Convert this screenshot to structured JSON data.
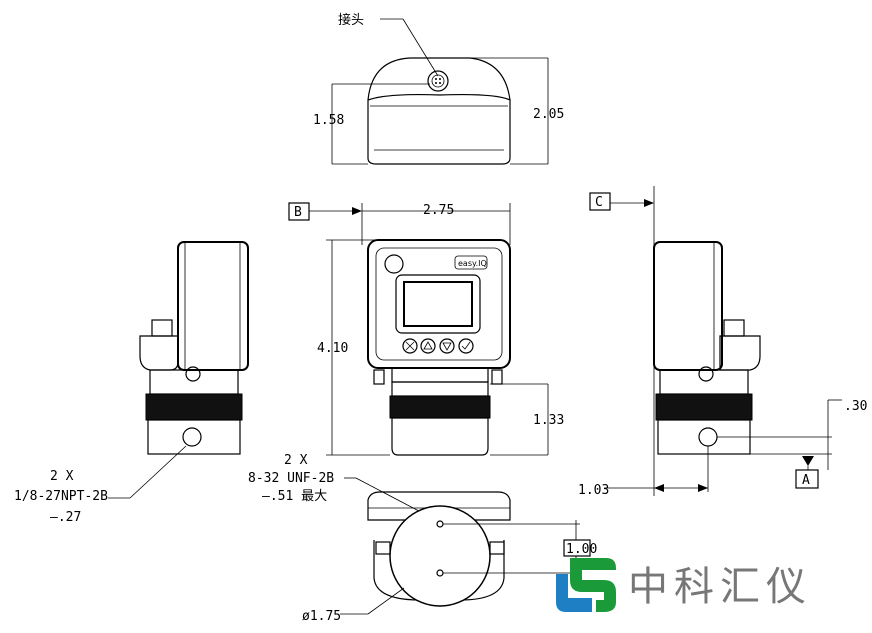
{
  "labels": {
    "connector": "接头",
    "top_height_1": "1.58",
    "top_height_2": "2.05",
    "datum_b": "B",
    "datum_c": "C",
    "datum_a": "A",
    "front_width": "2.75",
    "front_height": "4.10",
    "front_lower_height": "1.33",
    "side_offset": ".30",
    "side_depth": "1.03",
    "npt_qty": "2 X",
    "npt_spec": "1/8-27NPT-2B",
    "npt_depth": "–.27",
    "unf_qty": "2 X",
    "unf_spec": "8-32 UNF-2B",
    "unf_depth": "–.51 最大",
    "bottom_spacing": "1.00",
    "diameter": "ø1.75",
    "brand_badge": "easy.IQ"
  },
  "logo": {
    "text": "中科汇仪",
    "colors": {
      "green": "#1b9a3a",
      "blue": "#1e7fc4",
      "text": "#777777"
    }
  }
}
